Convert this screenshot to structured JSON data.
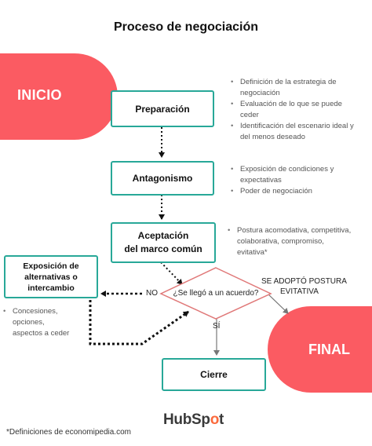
{
  "title": "Proceso de negociación",
  "start_label": "INICIO",
  "end_label": "FINAL",
  "nodes": {
    "preparacion": "Preparación",
    "antagonismo": "Antagonismo",
    "aceptacion_1": "Aceptación",
    "aceptacion_2": "del marco común",
    "exposicion_1": "Exposición de",
    "exposicion_2": "alternativas o",
    "exposicion_3": "intercambio",
    "decision": "¿Se llegó a un acuerdo?",
    "cierre": "Cierre"
  },
  "edges": {
    "no": "NO",
    "si": "SÍ",
    "evitativa_1": "SE ADOPTÓ POSTURA",
    "evitativa_2": "EVITATIVA"
  },
  "notes": {
    "preparacion": [
      "Definición de la estrategia de",
      "negociación",
      "Evaluación de lo que se puede",
      "ceder",
      "Identificación del escenario ideal y",
      "del menos deseado"
    ],
    "antagonismo": [
      "Exposición de condiciones y",
      "expectativas",
      "Poder de negociación"
    ],
    "aceptacion": [
      "Postura acomodativa, competitiva,",
      "colaborativa, compromiso,",
      "evitativa*"
    ],
    "exposicion": [
      "Concesiones,",
      "opciones,",
      "aspectos a ceder"
    ]
  },
  "footnote": "*Definiciones de economipedia.com",
  "logo": {
    "part1": "HubSp",
    "part2": "o",
    "part3": "t"
  },
  "colors": {
    "accent": "#28a898",
    "pill": "#fb5b62",
    "logo_o": "#fb6a3c"
  }
}
